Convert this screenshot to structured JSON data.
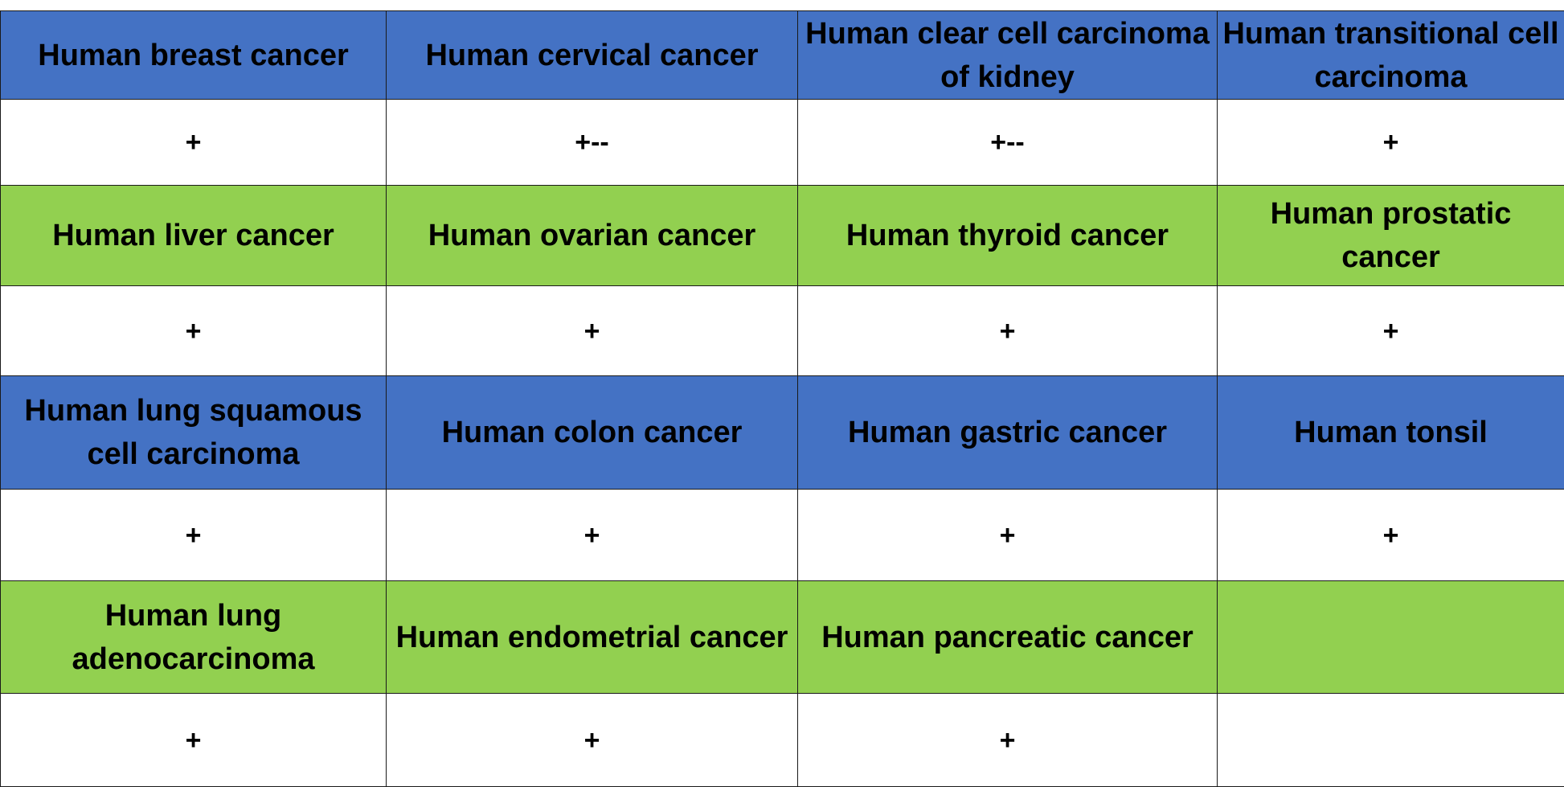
{
  "colors": {
    "blue_header": "#4472c4",
    "green_header": "#92d050",
    "value_row": "#ffffff",
    "border": "#1a1a1a"
  },
  "table": {
    "groups": [
      {
        "header_color": "blue",
        "names": [
          "Human breast cancer",
          "Human cervical cancer",
          "Human clear cell carcinoma of kidney",
          "Human transitional cell carcinoma"
        ],
        "values": [
          "+",
          "+--",
          "+--",
          "+"
        ]
      },
      {
        "header_color": "green",
        "names": [
          "Human liver cancer",
          "Human ovarian cancer",
          "Human thyroid cancer",
          "Human prostatic cancer"
        ],
        "values": [
          "+",
          "+",
          "+",
          "+"
        ]
      },
      {
        "header_color": "blue",
        "names": [
          "Human lung squamous cell carcinoma",
          "Human colon cancer",
          "Human gastric cancer",
          "Human tonsil"
        ],
        "values": [
          "+",
          "+",
          "+",
          "+"
        ]
      },
      {
        "header_color": "green",
        "names": [
          "Human lung adenocarcinoma",
          "Human endometrial cancer",
          "Human pancreatic cancer",
          ""
        ],
        "values": [
          "+",
          "+",
          "+",
          ""
        ]
      }
    ]
  }
}
